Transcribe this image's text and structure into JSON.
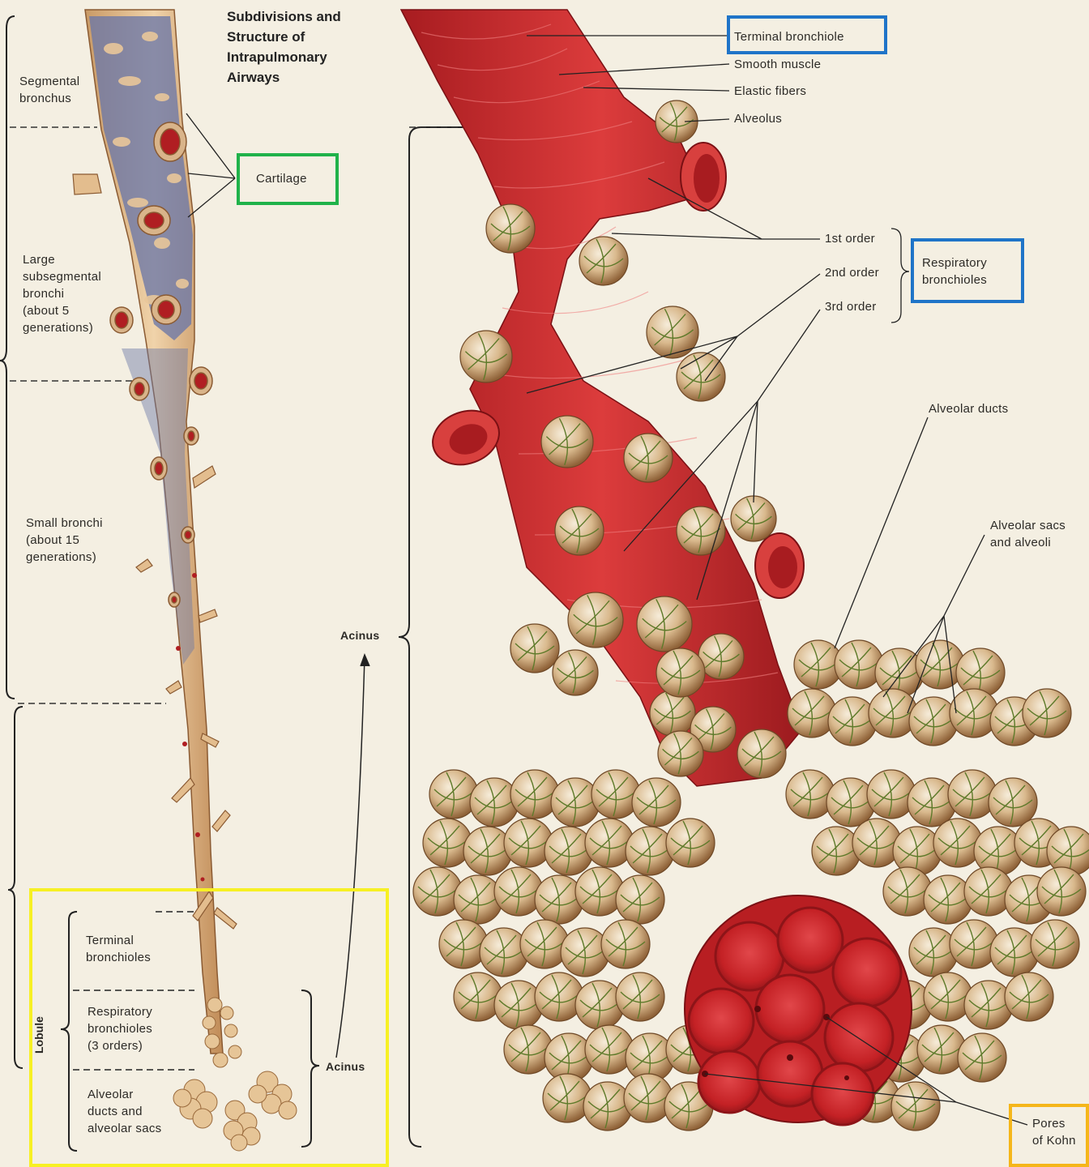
{
  "title": "Subdivisions and\nStructure of\nIntrapulmonary\nAirways",
  "left_labels": {
    "segmental_bronchus": "Segmental\nbronchus",
    "large_subsegmental": "Large\nsubsegmental\nbronchi\n(about 5\ngenerations)",
    "small_bronchi": "Small bronchi\n(about 15\ngenerations)",
    "cartilage": "Cartilage"
  },
  "lobule_box": {
    "lobule": "Lobule",
    "terminal_bronchioles": "Terminal\nbronchioles",
    "respiratory_bronchioles": "Respiratory\nbronchioles\n(3 orders)",
    "alveolar_ducts_sacs": "Alveolar\nducts and\nalveolar sacs",
    "acinus": "Acinus"
  },
  "acinus_main": "Acinus",
  "right_labels": {
    "terminal_bronchiole": "Terminal bronchiole",
    "smooth_muscle": "Smooth muscle",
    "elastic_fibers": "Elastic fibers",
    "alveolus": "Alveolus",
    "first_order": "1st order",
    "second_order": "2nd order",
    "third_order": "3rd order",
    "respiratory_bronchioles": "Respiratory\nbronchioles",
    "alveolar_ducts": "Alveolar ducts",
    "alveolar_sacs": "Alveolar sacs\nand alveoli",
    "pores_kohn": "Pores\nof Kohn"
  },
  "colors": {
    "highlight_green": "#20b24a",
    "highlight_blue": "#1f74c8",
    "highlight_yellow": "#f7f024",
    "highlight_orange": "#f5b61a",
    "cartilage_blue": "#6b77a6",
    "bronchus_tan": "#e9c79a",
    "muscle_red": "#c8262a",
    "alveolus_beige": "#e2cfb0"
  }
}
